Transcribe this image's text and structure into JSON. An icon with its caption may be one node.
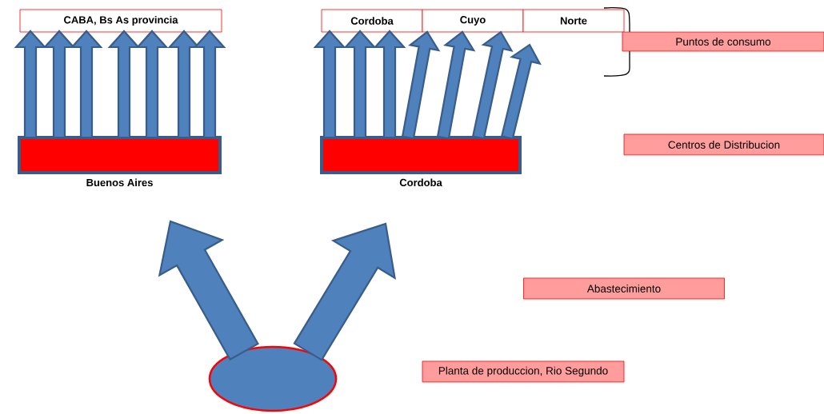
{
  "diagram": {
    "nodes": [
      {
        "text": [
          "CABA, Bs As provincia"
        ]
      },
      {
        "text": [
          "Cordoba"
        ]
      },
      {
        "text": [
          "Cuyo"
        ]
      },
      {
        "text": [
          "Norte"
        ]
      },
      {
        "text": [
          "Buenos Aires"
        ]
      },
      {
        "text": [
          "Cordoba"
        ]
      },
      {
        "text": [],
        "shape": "ellipse"
      },
      {
        "text": [
          "Puntos de consumo"
        ]
      },
      {
        "text": [
          "Centros de Distribucion"
        ]
      },
      {
        "text": [
          "Abastecimiento"
        ]
      },
      {
        "text": [
          "Planta de produccion, Rio Segundo"
        ]
      }
    ],
    "edges": [
      {
        "from": 4,
        "to": 0,
        "arrow": "to"
      },
      {
        "from": 4,
        "to": 0,
        "arrow": "to"
      },
      {
        "from": 4,
        "to": 0,
        "arrow": "to"
      },
      {
        "from": 4,
        "to": 0,
        "arrow": "to"
      },
      {
        "from": 4,
        "to": 0,
        "arrow": "to"
      },
      {
        "from": 4,
        "to": 0,
        "arrow": "to"
      },
      {
        "from": 4,
        "to": 0,
        "arrow": "to"
      },
      {
        "from": 5,
        "to": 1,
        "arrow": "to"
      },
      {
        "from": 5,
        "to": 1,
        "arrow": "to"
      },
      {
        "from": 5,
        "to": 1,
        "arrow": "to"
      },
      {
        "from": 5,
        "to": 2,
        "arrow": "to"
      },
      {
        "from": 5,
        "to": 2,
        "arrow": "to"
      },
      {
        "from": 5,
        "to": 2,
        "arrow": "to"
      },
      {
        "from": 5,
        "to": 3,
        "arrow": "to"
      },
      {
        "from": 6,
        "to": 4,
        "arrow": "to"
      },
      {
        "from": 6,
        "to": 5,
        "arrow": "to"
      }
    ]
  }
}
